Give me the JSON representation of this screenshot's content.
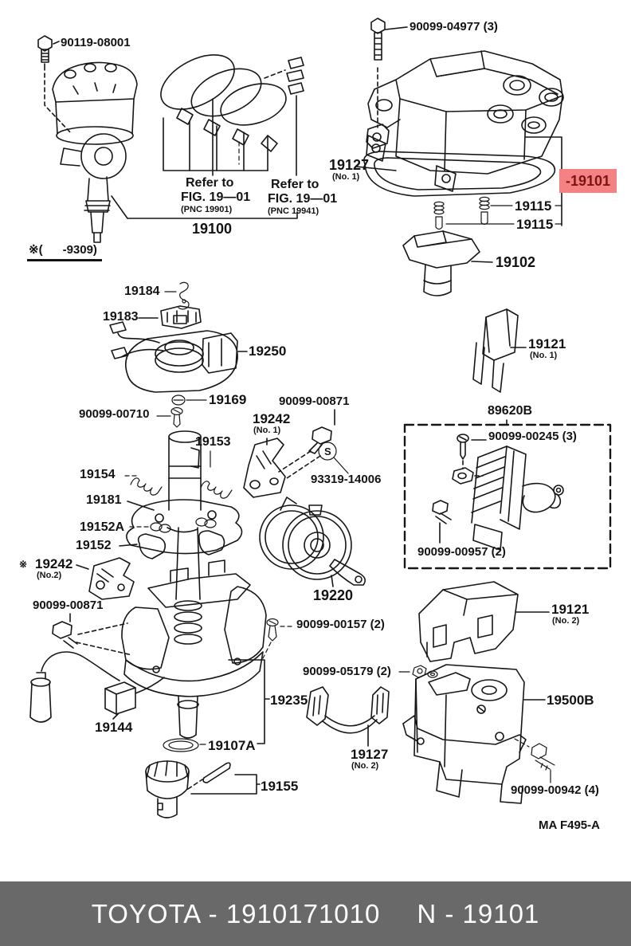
{
  "diagram": {
    "parts": {
      "p90119_08001": "90119-08001",
      "p90099_04977": "90099-04977 (3)",
      "p19100": "19100",
      "p19127": "19127",
      "p19101": "-19101",
      "p19115": "19115",
      "p19102": "19102",
      "p19184": "19184",
      "p19183": "19183",
      "p19250": "19250",
      "p19169": "19169",
      "p90099_00710": "90099-00710",
      "p90099_00871": "90099-00871",
      "p19242": "19242",
      "p93319_14006": "93319-14006",
      "p19153": "19153",
      "p19154": "19154",
      "p19181": "19181",
      "p19152a": "19152A",
      "p19152": "19152",
      "p89620b": "89620B",
      "p90099_00245": "90099-00245 (3)",
      "p90099_00957": "90099-00957 (2)",
      "p19121": "19121",
      "p19220": "19220",
      "p90099_00157": "90099-00157 (2)",
      "p90099_05179": "90099-05179 (2)",
      "p19500b": "19500B",
      "p19235": "19235",
      "p19144": "19144",
      "p19107a": "19107A",
      "p19155": "19155",
      "p90099_00942": "90099-00942 (4)"
    },
    "subscripts": {
      "no1": "(No. 1)",
      "no2": "(No. 2)",
      "no2_tight": "(No.2)",
      "star": "※"
    },
    "refer_notes": {
      "note1": {
        "line1": "Refer to",
        "line2": "FIG. 19—01",
        "line3": "(PNC 19901)"
      },
      "note2": {
        "line1": "Refer to",
        "line2": "FIG. 19—01",
        "line3": "(PNC 19941)"
      }
    },
    "variant_note": "※(      -9309)",
    "s_mark": "S",
    "sheet_code": "MA F495-A",
    "banner": {
      "left": "TOYOTA - 1910171010",
      "right": "N - 19101"
    },
    "colors": {
      "highlight_bg": "#f58282",
      "highlight_text": "#7c1414",
      "banner_bg": "#696969",
      "banner_text": "#ffffff",
      "line": "#161616"
    }
  }
}
